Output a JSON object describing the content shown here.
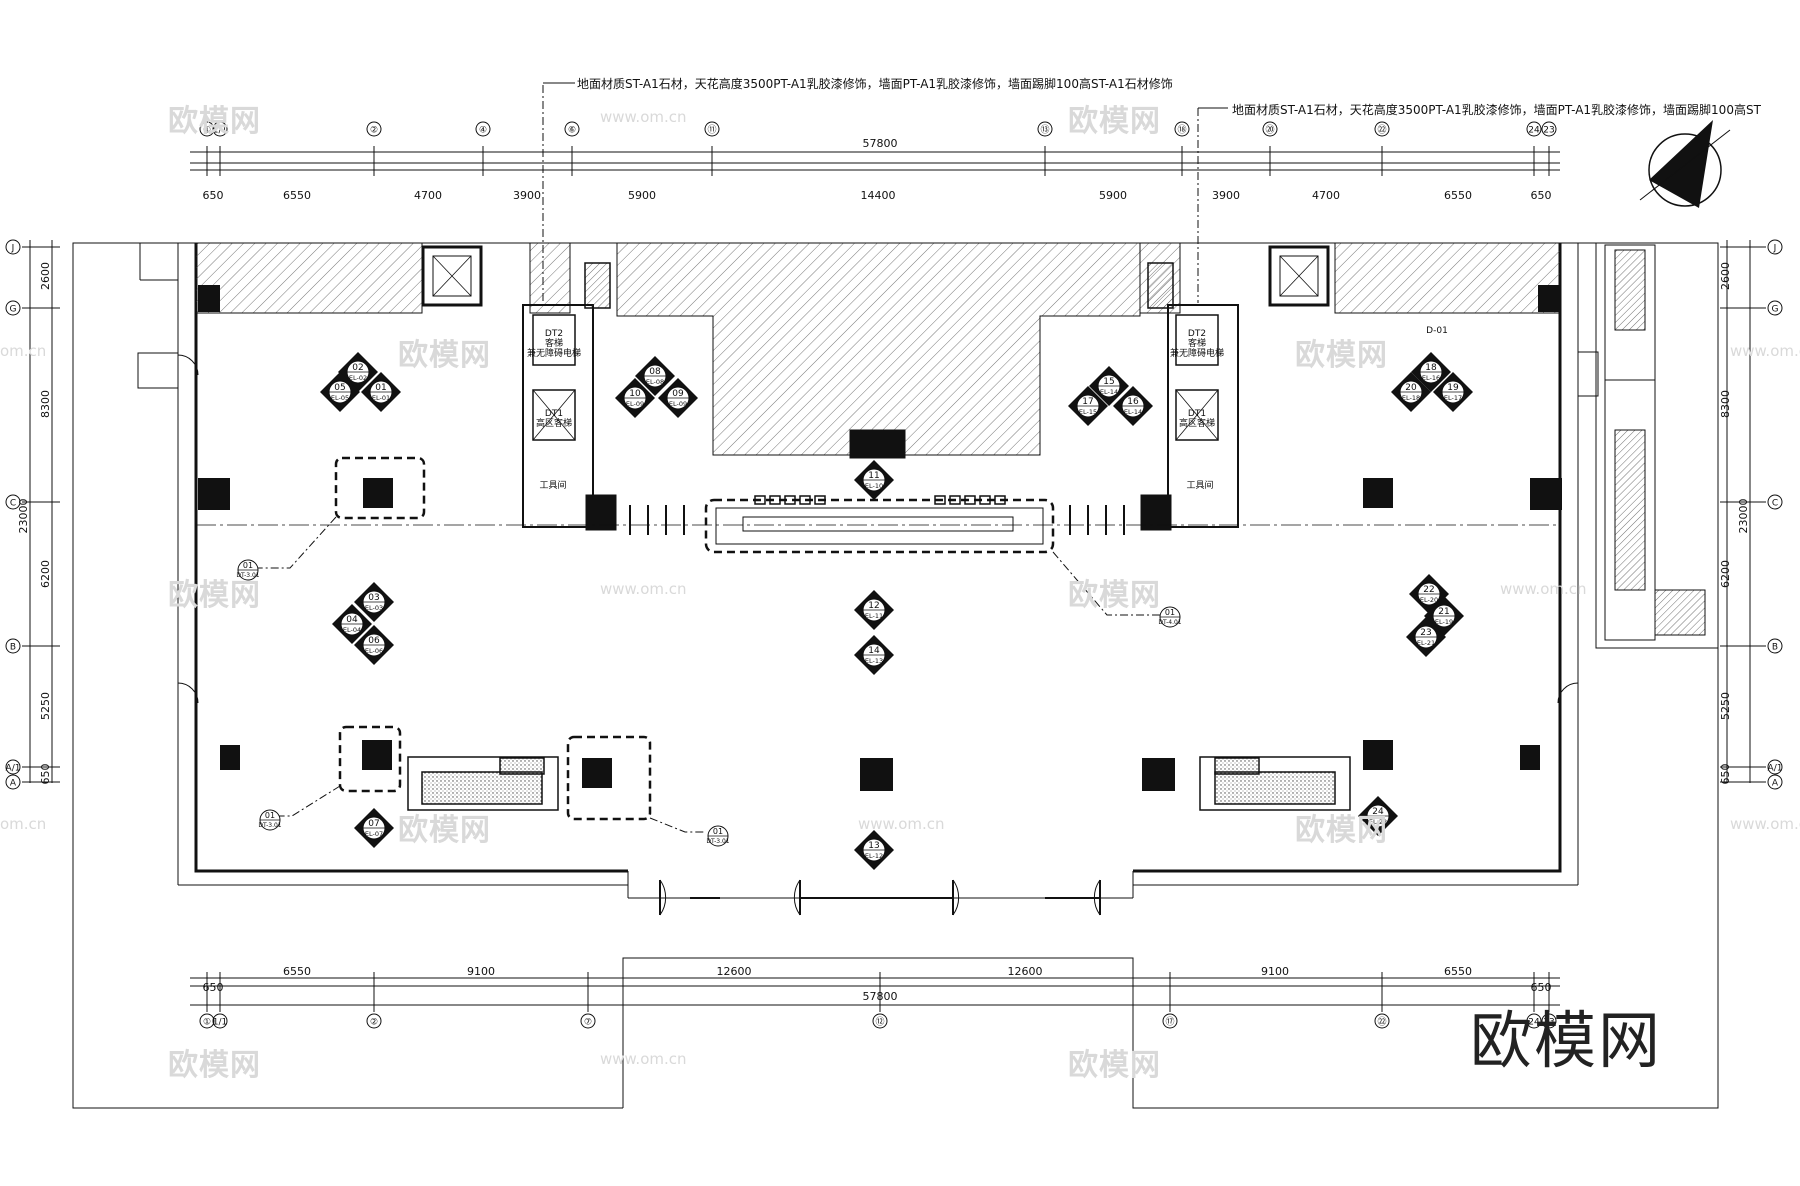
{
  "notes": {
    "note_1": "地面材质ST-A1石材，天花高度3500PT-A1乳胶漆修饰，墙面PT-A1乳胶漆修饰，墙面踢脚100高ST-A1石材修饰",
    "note_2": "地面材质ST-A1石材，天花高度3500PT-A1乳胶漆修饰，墙面PT-A1乳胶漆修饰，墙面踢脚100高ST"
  },
  "dimensions": {
    "top_total": "57800",
    "top_segments": [
      "650",
      "6550",
      "4700",
      "3900",
      "5900",
      "14400",
      "5900",
      "3900",
      "4700",
      "6550",
      "650"
    ],
    "bottom_total": "57800",
    "bottom_segments": [
      "650",
      "6550",
      "9100",
      "12600",
      "12600",
      "9100",
      "6550",
      "650"
    ],
    "left_total": "23000",
    "left_segments": [
      "2600",
      "8300",
      "6200",
      "5250",
      "650"
    ],
    "right_total": "23000",
    "right_segments": [
      "2600",
      "8300",
      "6200",
      "5250",
      "650"
    ]
  },
  "grid_axes": {
    "top": [
      "①",
      "1/1",
      "②",
      "④",
      "⑥",
      "⑪",
      "⑬",
      "⑱",
      "⑳",
      "㉒",
      "24",
      "23"
    ],
    "bottom": [
      "①",
      "1/1",
      "②",
      "⑦",
      "⑫",
      "⑰",
      "㉒",
      "24",
      "23"
    ],
    "left": [
      "J",
      "G",
      "C",
      "B",
      "A/1",
      "A"
    ],
    "right": [
      "J",
      "G",
      "C",
      "B",
      "A/1",
      "A"
    ]
  },
  "rooms": {
    "dt2": "DT2",
    "dt2_left_line1": "客梯",
    "dt2_left_line2": "兼无障碍电梯",
    "dt2_right_line1": "客梯",
    "dt2_right_line2": "兼无障碍电梯",
    "dt1": "DT1",
    "dt1_label": "高区客梯",
    "tool_room": "工具间",
    "door_d01": "D-01"
  },
  "elevation_tags": [
    {
      "num": "02",
      "ref": "EL-02"
    },
    {
      "num": "05",
      "ref": "EL-05"
    },
    {
      "num": "01",
      "ref": "EL-01"
    },
    {
      "num": "08",
      "ref": "EL-08"
    },
    {
      "num": "10",
      "ref": "EL-09"
    },
    {
      "num": "09",
      "ref": "EL-09"
    },
    {
      "num": "15",
      "ref": "EL-14"
    },
    {
      "num": "17",
      "ref": "EL-15"
    },
    {
      "num": "16",
      "ref": "EL-14"
    },
    {
      "num": "18",
      "ref": "EL-16"
    },
    {
      "num": "20",
      "ref": "EL-18"
    },
    {
      "num": "19",
      "ref": "EL-17"
    },
    {
      "num": "11",
      "ref": "EL-10"
    },
    {
      "num": "03",
      "ref": "EL-03"
    },
    {
      "num": "04",
      "ref": "EL-04"
    },
    {
      "num": "06",
      "ref": "EL-06"
    },
    {
      "num": "12",
      "ref": "EL-11"
    },
    {
      "num": "14",
      "ref": "EL-13"
    },
    {
      "num": "22",
      "ref": "EL-20"
    },
    {
      "num": "21",
      "ref": "EL-19"
    },
    {
      "num": "23",
      "ref": "EL-21"
    },
    {
      "num": "07",
      "ref": "EL-07"
    },
    {
      "num": "13",
      "ref": "EL-12"
    },
    {
      "num": "24",
      "ref": "EL-22"
    }
  ],
  "detail_tags": [
    {
      "num": "01",
      "ref": "DT-3.01"
    },
    {
      "num": "01",
      "ref": "DT-4.01"
    },
    {
      "num": "01",
      "ref": "DT-3.01"
    },
    {
      "num": "01",
      "ref": "DT-3.01"
    }
  ],
  "watermarks": {
    "mark": "欧模网",
    "url": "www.om.cn",
    "url_short": "om.cn",
    "brand": "欧模网"
  },
  "colors": {
    "line": "#111111",
    "hatch": "#555555",
    "watermark": "#d9d9d9"
  }
}
